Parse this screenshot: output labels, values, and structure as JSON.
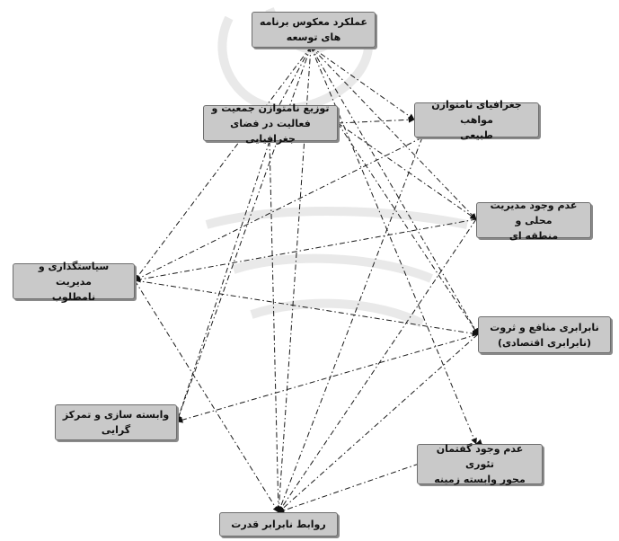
{
  "diagram": {
    "nodes": [
      {
        "id": "n1",
        "lines": [
          "عملکرد معکوس برنامه",
          "های توسعه"
        ]
      },
      {
        "id": "n2",
        "lines": [
          "توزیع نامتوازن جمعیت و",
          "فعالیت در فضای جغرافیایی"
        ]
      },
      {
        "id": "n3",
        "lines": [
          "جغرافیای نامتوازن مواهب",
          "طبیعی"
        ]
      },
      {
        "id": "n4",
        "lines": [
          "عدم وجود مدیریت محلی و",
          "منطقه ای"
        ]
      },
      {
        "id": "n5",
        "lines": [
          "سیاستگذاری و مدیریت",
          "نامطلوب"
        ]
      },
      {
        "id": "n6",
        "lines": [
          "نابرابری منافع و ثروت",
          "(نابرابری اقتصادی)"
        ]
      },
      {
        "id": "n7",
        "lines": [
          "وابسته سازی و تمرکز",
          "گرایی"
        ]
      },
      {
        "id": "n8",
        "lines": [
          "عدم وجود گفتمان تئوری",
          "محور وابسته زمینه"
        ]
      },
      {
        "id": "n9",
        "lines": [
          "روابط نابرابر قدرت"
        ]
      }
    ],
    "edges": [
      {
        "from": "n1",
        "to": "n2"
      },
      {
        "from": "n1",
        "to": "n5"
      },
      {
        "from": "n1",
        "to": "n7"
      },
      {
        "from": "n1",
        "to": "n9"
      },
      {
        "from": "n1",
        "to": "n4"
      },
      {
        "from": "n1",
        "to": "n6"
      },
      {
        "from": "n1",
        "to": "n8"
      },
      {
        "from": "n2",
        "to": "n3"
      },
      {
        "from": "n2",
        "to": "n4"
      },
      {
        "from": "n2",
        "to": "n6"
      },
      {
        "from": "n2",
        "to": "n7"
      },
      {
        "from": "n2",
        "to": "n9"
      },
      {
        "from": "n3",
        "to": "n5"
      },
      {
        "from": "n3",
        "to": "n9"
      },
      {
        "from": "n4",
        "to": "n5"
      },
      {
        "from": "n4",
        "to": "n9"
      },
      {
        "from": "n5",
        "to": "n6"
      },
      {
        "from": "n5",
        "to": "n9"
      },
      {
        "from": "n6",
        "to": "n7"
      },
      {
        "from": "n6",
        "to": "n9"
      },
      {
        "from": "n8",
        "to": "n9"
      },
      {
        "from": "n1",
        "to": "n3"
      }
    ]
  }
}
